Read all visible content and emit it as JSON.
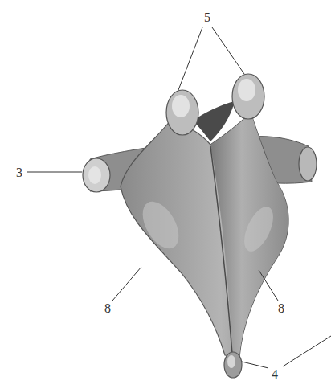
{
  "diagram": {
    "labels": [
      "5",
      "3",
      "8",
      "8",
      "4"
    ]
  }
}
